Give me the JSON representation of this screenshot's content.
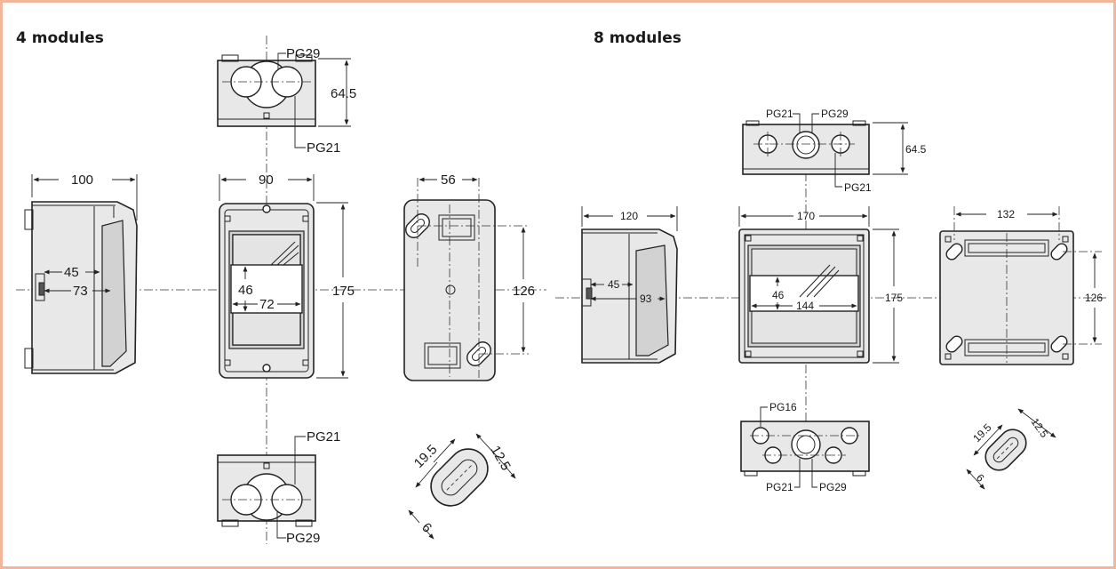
{
  "colors": {
    "border": "#f2b79a",
    "line": "#222222",
    "glass": "#d2d2d2",
    "body_fill": "#e8e8e8"
  },
  "left": {
    "title": "4 modules",
    "top_view": {
      "pg_top": "PG29",
      "pg_bottom": "PG21",
      "height": "64.5"
    },
    "side_view": {
      "width": "100",
      "d1": "45",
      "d2": "73"
    },
    "front_view": {
      "width": "90",
      "height": "175",
      "w_inner": "72",
      "h_inner": "46"
    },
    "rear_view": {
      "width": "56",
      "height": "126"
    },
    "bottom_view": {
      "pg_top": "PG21",
      "pg_bottom": "PG29"
    },
    "slot_detail": {
      "a": "19.5",
      "b": "12.5",
      "c": "6"
    }
  },
  "right": {
    "title": "8 modules",
    "top_view": {
      "pg_left": "PG21",
      "pg_right": "PG29",
      "pg_bottom": "PG21",
      "height": "64.5"
    },
    "side_view": {
      "width": "120",
      "d1": "45",
      "d2": "93"
    },
    "front_view": {
      "width": "170",
      "height": "175",
      "w_inner": "144",
      "h_inner": "46"
    },
    "rear_view": {
      "width": "132",
      "height": "126"
    },
    "bottom_view": {
      "pg_top": "PG16",
      "pg_left": "PG21",
      "pg_right": "PG29"
    },
    "slot_detail": {
      "a": "19.5",
      "b": "12.5",
      "c": "6"
    }
  }
}
